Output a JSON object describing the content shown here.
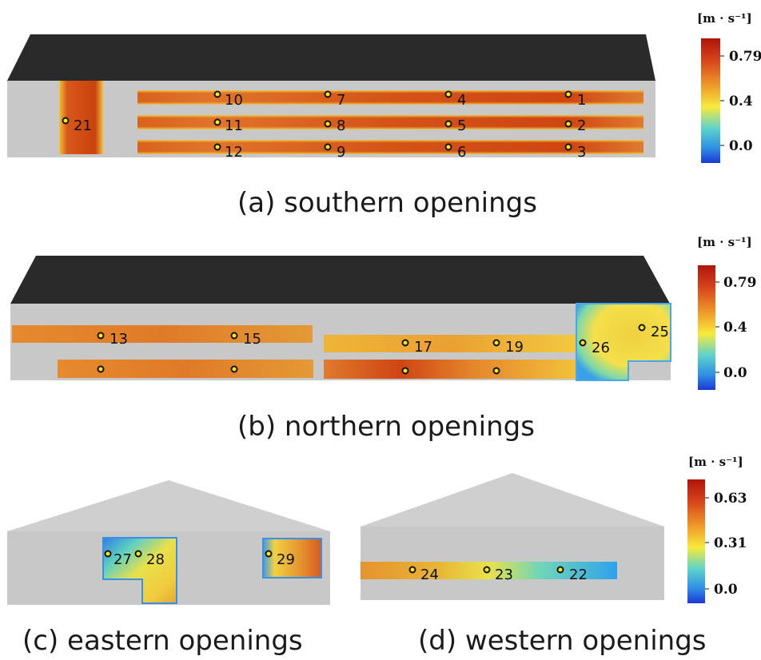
{
  "captions": {
    "a": "(a) southern openings",
    "b": "(b) northern openings",
    "c": "(c) eastern openings",
    "d": "(d) western openings"
  },
  "colorbars": {
    "a": {
      "unit": "[m · s⁻¹]",
      "ticks": [
        "0.79",
        "0.4",
        "0.0"
      ]
    },
    "b": {
      "unit": "[m · s⁻¹]",
      "ticks": [
        "0.79",
        "0.4",
        "0.0"
      ]
    },
    "cd": {
      "unit": "[m · s⁻¹]",
      "ticks": [
        "0.63",
        "0.31",
        "0.0"
      ]
    }
  },
  "points": {
    "p1": "1",
    "p2": "2",
    "p3": "3",
    "p4": "4",
    "p5": "5",
    "p6": "6",
    "p7": "7",
    "p8": "8",
    "p9": "9",
    "p10": "10",
    "p11": "11",
    "p12": "12",
    "p13": "13",
    "p15": "15",
    "p17": "17",
    "p19": "19",
    "p21": "21",
    "p22": "22",
    "p23": "23",
    "p24": "24",
    "p25": "25",
    "p26": "26",
    "p27": "27",
    "p28": "28",
    "p29": "29"
  },
  "colors": {
    "roof": "#2a2a2a",
    "wall": "#c8c8c8",
    "gable": "#cfcfcf",
    "velocity_high": "#c0220e",
    "velocity_mid": "#f5e33a",
    "velocity_low": "#1f4bd8"
  }
}
